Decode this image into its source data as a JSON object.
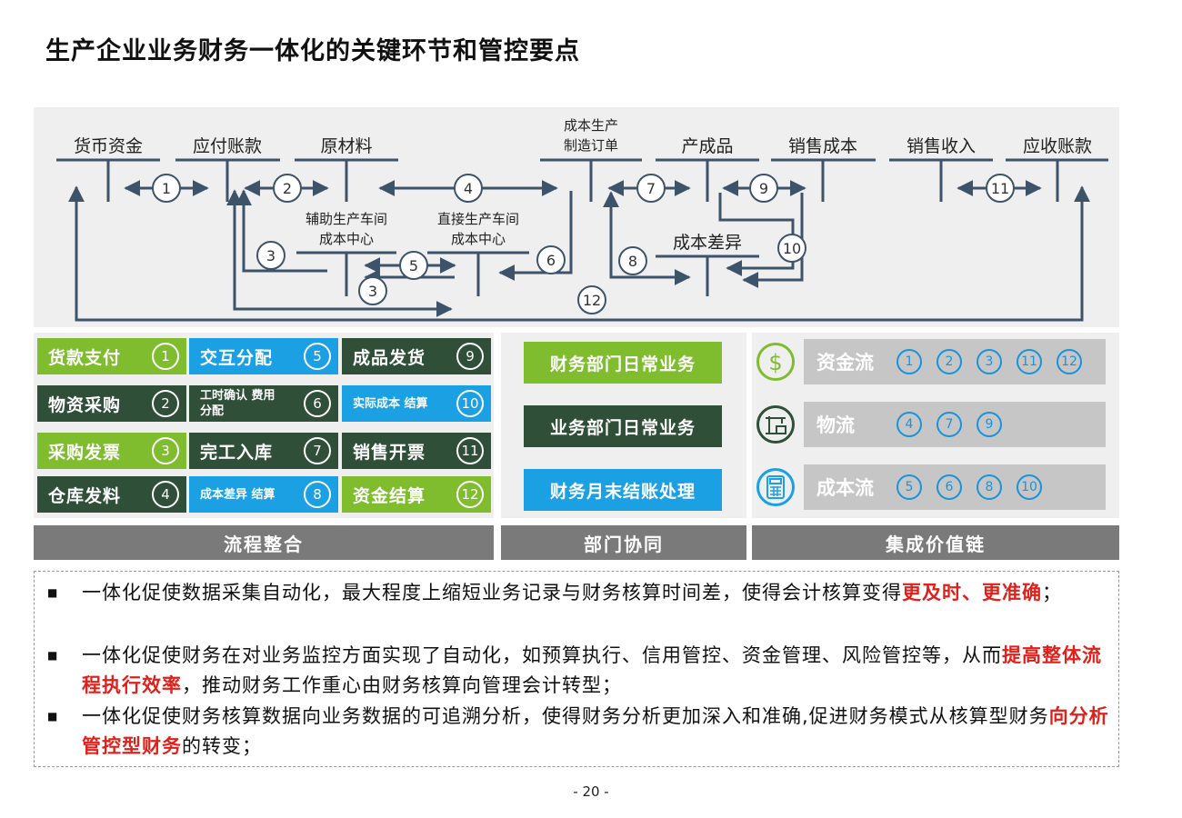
{
  "title": "生产企业业务财务一体化的关键环节和管控要点",
  "flow": {
    "nodes": {
      "cash": "货币资金",
      "payable": "应付账款",
      "material": "原材料",
      "order_line1": "成本生产",
      "order_line2": "制造订单",
      "product": "产成品",
      "sales_cost": "销售成本",
      "sales_revenue": "销售收入",
      "receivable": "应收账款",
      "aux_line1": "辅助生产车间",
      "aux_line2": "成本中心",
      "direct_line1": "直接生产车间",
      "direct_line2": "成本中心",
      "variance": "成本差异"
    },
    "circles": [
      "1",
      "2",
      "3",
      "3",
      "4",
      "5",
      "6",
      "7",
      "8",
      "9",
      "10",
      "11",
      "12"
    ]
  },
  "process_tiles": [
    {
      "label": "货款支付",
      "num": "1",
      "style": "light"
    },
    {
      "label": "交互分配",
      "num": "5",
      "style": "blue"
    },
    {
      "label": "成品发货",
      "num": "9",
      "style": "dark"
    },
    {
      "label": "物资采购",
      "num": "2",
      "style": "dark"
    },
    {
      "label": "工时确认 费用分配",
      "num": "6",
      "style": "dark"
    },
    {
      "label": "实际成本 结算",
      "num": "10",
      "style": "blue"
    },
    {
      "label": "采购发票",
      "num": "3",
      "style": "light"
    },
    {
      "label": "完工入库",
      "num": "7",
      "style": "dark"
    },
    {
      "label": "销售开票",
      "num": "11",
      "style": "dark"
    },
    {
      "label": "仓库发料",
      "num": "4",
      "style": "dark"
    },
    {
      "label": "成本差异 结算",
      "num": "8",
      "style": "blue"
    },
    {
      "label": "资金结算",
      "num": "12",
      "style": "light"
    }
  ],
  "departments": [
    {
      "label": "财务部门日常业务",
      "color": "#7fbd2e"
    },
    {
      "label": "业务部门日常业务",
      "color": "#2f4f38"
    },
    {
      "label": "财务月末结账处理",
      "color": "#1aa0e3"
    }
  ],
  "value_chain": [
    {
      "label": "资金流",
      "icon": "dollar-icon",
      "nums": [
        "1",
        "2",
        "3",
        "11",
        "12"
      ]
    },
    {
      "label": "物流",
      "icon": "crane-icon",
      "nums": [
        "4",
        "7",
        "9"
      ]
    },
    {
      "label": "成本流",
      "icon": "calculator-icon",
      "nums": [
        "5",
        "6",
        "8",
        "10"
      ]
    }
  ],
  "captions": {
    "process": "流程整合",
    "dept": "部门协同",
    "value": "集成价值链"
  },
  "notes": [
    {
      "pre": "一体化促使数据采集自动化，最大程度上缩短业务记录与财务核算时间差，使得会计核算变得",
      "em": "更及时、更准确",
      "post": "；"
    },
    {
      "pre": "一体化促使财务在对业务监控方面实现了自动化，如预算执行、信用管控、资金管理、风险管控等，从而",
      "em": "提高整体流程执行效率",
      "post": "，推动财务工作重心由财务核算向管理会计转型；"
    },
    {
      "pre": "一体化促使财务核算数据向业务数据的可追溯分析，使得财务分析更加深入和准确,促进财务模式从核算型财务",
      "em": "向分析管控型财务",
      "post": "的转变；"
    }
  ],
  "bullet": "■",
  "page_number": "- 20 -"
}
